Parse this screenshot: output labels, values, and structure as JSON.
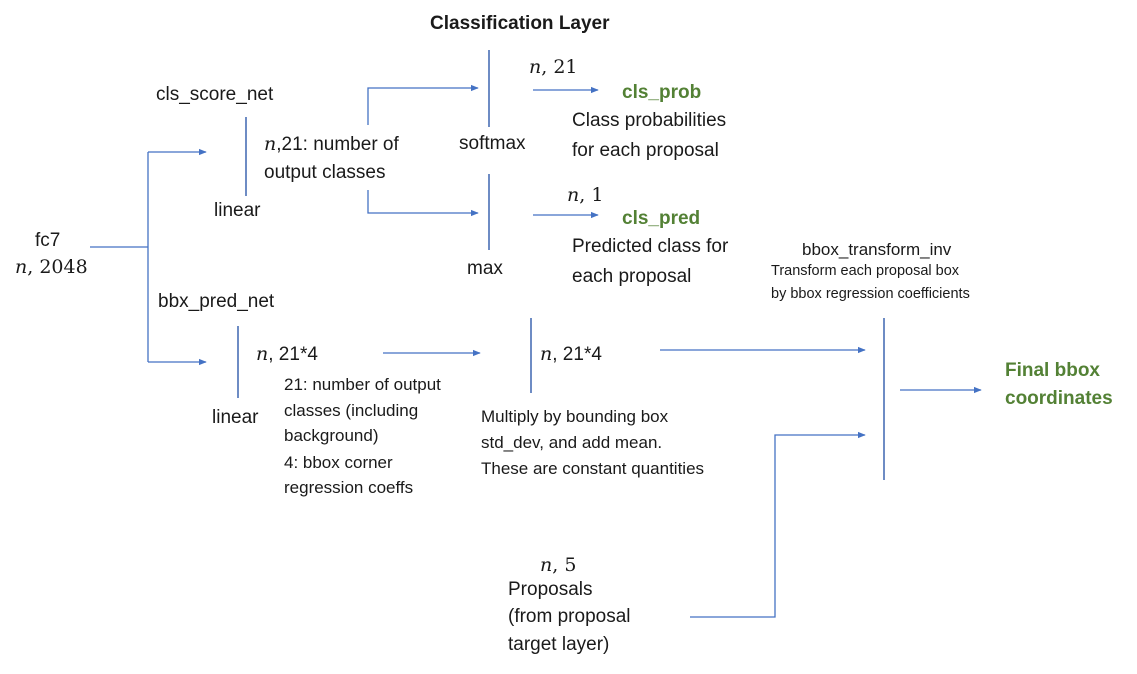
{
  "title": "Classification Layer",
  "input": {
    "name": "fc7",
    "dim_var": "n",
    "dim_rest": ", 2048"
  },
  "cls_branch": {
    "label": "cls_score_net",
    "op": "linear",
    "dim_var": "n",
    "dim_rest": ",21: number of",
    "dim_rest2": "output classes",
    "softmax": {
      "op": "softmax",
      "dim_var": "n",
      "dim_rest": ", 21",
      "output_name": "cls_prob",
      "desc_line1": "Class probabilities",
      "desc_line2": "for each proposal"
    },
    "max": {
      "op": "max",
      "dim_var": "n",
      "dim_rest": ", 1",
      "output_name": "cls_pred",
      "desc_line1": "Predicted class for",
      "desc_line2": "each proposal"
    }
  },
  "bbox_branch": {
    "label": "bbx_pred_net",
    "op": "linear",
    "dim_var": "n",
    "dim_rest": ", 21*4",
    "note_lines": [
      "21: number of output",
      "classes (including",
      "background)",
      "4: bbox corner",
      "regression  coeffs"
    ],
    "post_dim_var": "n",
    "post_dim_rest": ", 21*4",
    "post_note_lines": [
      "Multiply by bounding box",
      "std_dev,  and add mean.",
      "These  are constant quantities"
    ]
  },
  "transform": {
    "name": "bbox_transform_inv",
    "desc_line1": "Transform each proposal box",
    "desc_line2": "by bbox regression coefficients",
    "output_line1": "Final bbox",
    "output_line2": "coordinates"
  },
  "proposals": {
    "dim_var": "n",
    "dim_rest": ", 5",
    "lines": [
      "Proposals",
      "(from proposal",
      "target layer)"
    ]
  },
  "colors": {
    "arrow": "#4472c4",
    "bar": "#4a6fb5",
    "output_text": "#538135",
    "text": "#1a1a1a"
  }
}
